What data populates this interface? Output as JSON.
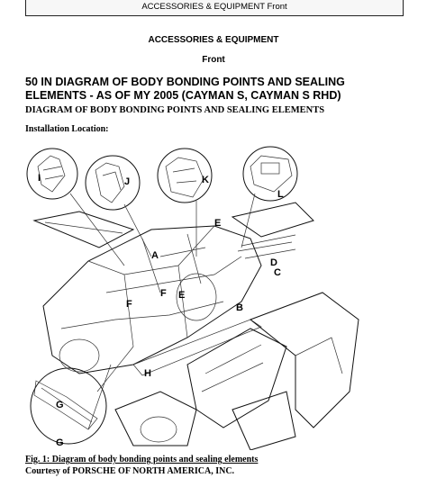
{
  "header": {
    "text": "ACCESSORIES & EQUIPMENT Front"
  },
  "section": {
    "name": "ACCESSORIES & EQUIPMENT",
    "sub": "Front"
  },
  "doc_title": "50 IN DIAGRAM OF BODY BONDING POINTS AND SEALING ELEMENTS - AS OF MY 2005 (CAYMAN S, CAYMAN S RHD)",
  "subtitle": "DIAGRAM OF BODY BONDING POINTS AND SEALING ELEMENTS",
  "install_label": "Installation Location:",
  "callouts": {
    "a": "A",
    "b": "B",
    "c": "C",
    "d": "D",
    "e1": "E",
    "e2": "E",
    "f1": "F",
    "f2": "F",
    "g1": "G",
    "g2": "G",
    "h": "H",
    "i": "I",
    "j": "J",
    "k": "K",
    "l": "L"
  },
  "figure": {
    "caption": "Fig. 1: Diagram of body bonding points and sealing elements",
    "courtesy": "Courtesy of PORSCHE OF NORTH AMERICA, INC."
  }
}
